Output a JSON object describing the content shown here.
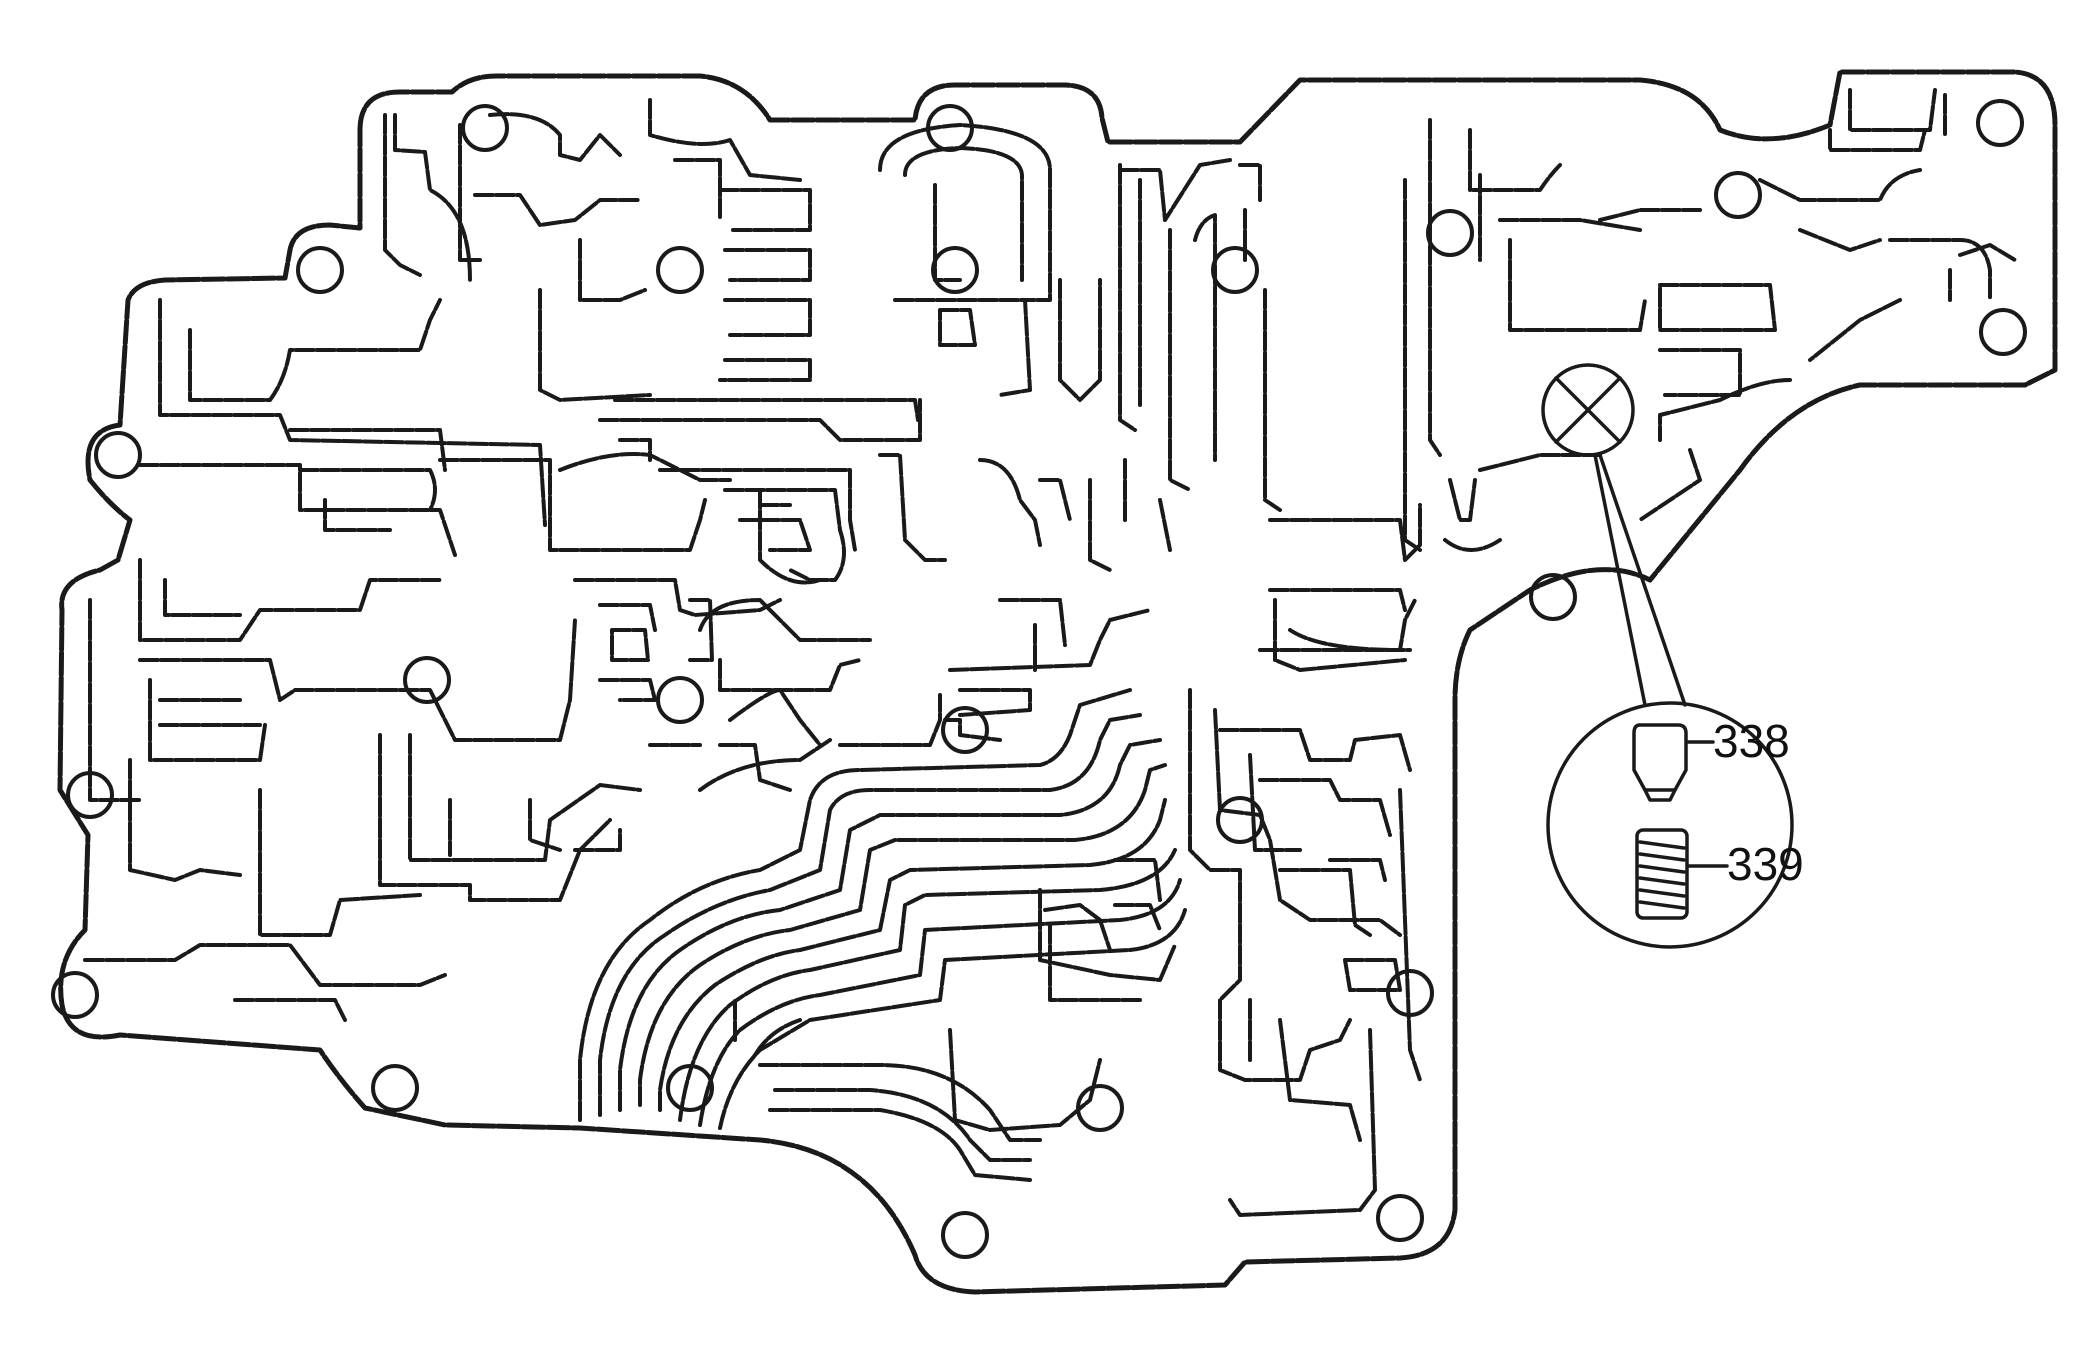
{
  "diagram": {
    "callouts": [
      {
        "id": "checkball",
        "label": "338"
      },
      {
        "id": "spring",
        "label": "339"
      }
    ],
    "colors": {
      "line": "#1a1a1a",
      "background": "#ffffff"
    }
  }
}
